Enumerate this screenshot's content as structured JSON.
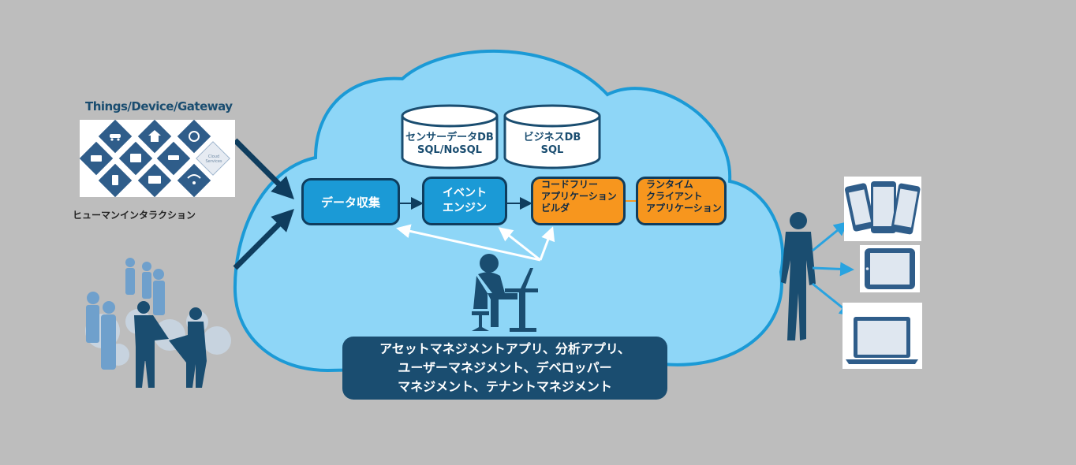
{
  "labels": {
    "things_device_gateway": "Things/Device/Gateway",
    "human_interaction": "ヒューマンインタラクション",
    "cloud_services_icon": "Cloud Services"
  },
  "databases": {
    "sensor_db": {
      "line1": "センサーデータDB",
      "line2": "SQL/NoSQL"
    },
    "business_db": {
      "line1": "ビジネスDB",
      "line2": "SQL"
    }
  },
  "process": {
    "data_collection": "データ収集",
    "event_engine": {
      "line1": "イベント",
      "line2": "エンジン"
    },
    "code_free_builder": {
      "line1": "コードフリー",
      "line2": "アプリケーション",
      "line3": "ビルダ"
    },
    "runtime_client": {
      "line1": "ランタイム",
      "line2": "クライアント",
      "line3": "アプリケーション"
    }
  },
  "apps_panel": {
    "line1": "アセットマネジメントアプリ、分析アプリ、",
    "line2": "ユーザーマネジメント、デベロッパー",
    "line3": "マネジメント、テナントマネジメント"
  },
  "colors": {
    "background": "#bdbdbd",
    "cloud_fill": "#8ed6f7",
    "cloud_stroke": "#1b9ad6",
    "dark_navy": "#0f3d5e",
    "process_blue": "#1b9ad6",
    "builder_orange": "#f7961e",
    "panel_navy": "#1a4d70",
    "tile_blue": "#2f5d8a"
  }
}
